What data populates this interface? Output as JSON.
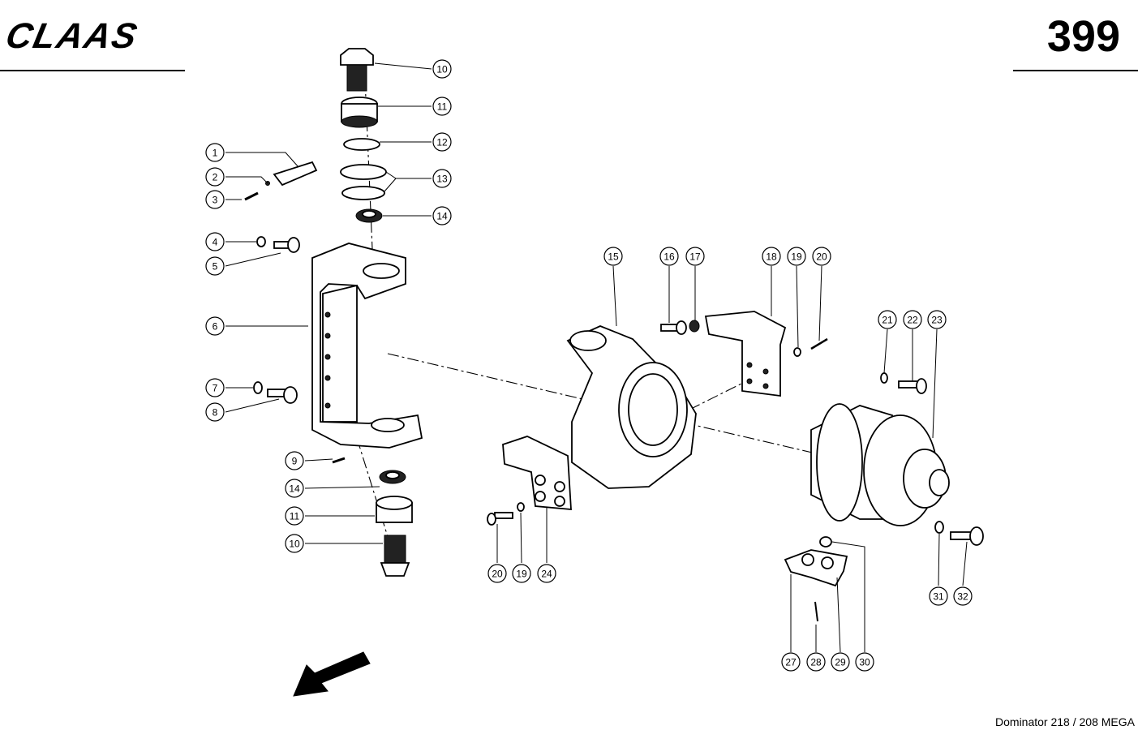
{
  "header": {
    "brand": "CLAAS",
    "page_number": "399"
  },
  "footer": {
    "model": "Dominator 218 / 208 MEGA"
  },
  "callouts": [
    {
      "label": "1"
    },
    {
      "label": "2"
    },
    {
      "label": "3"
    },
    {
      "label": "4"
    },
    {
      "label": "5"
    },
    {
      "label": "6"
    },
    {
      "label": "7"
    },
    {
      "label": "8"
    },
    {
      "label": "9"
    },
    {
      "label": "10"
    },
    {
      "label": "11"
    },
    {
      "label": "12"
    },
    {
      "label": "13"
    },
    {
      "label": "14"
    },
    {
      "label": "14"
    },
    {
      "label": "11"
    },
    {
      "label": "10"
    },
    {
      "label": "15"
    },
    {
      "label": "16"
    },
    {
      "label": "17"
    },
    {
      "label": "18"
    },
    {
      "label": "19"
    },
    {
      "label": "20"
    },
    {
      "label": "21"
    },
    {
      "label": "22"
    },
    {
      "label": "23"
    },
    {
      "label": "20"
    },
    {
      "label": "19"
    },
    {
      "label": "24"
    },
    {
      "label": "27"
    },
    {
      "label": "28"
    },
    {
      "label": "29"
    },
    {
      "label": "30"
    },
    {
      "label": "31"
    },
    {
      "label": "32"
    }
  ]
}
